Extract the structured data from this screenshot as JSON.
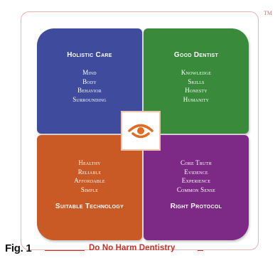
{
  "trademark": "TM",
  "colors": {
    "frame": "#e8b4b0",
    "quadrant_top_left": "#3f4c9e",
    "quadrant_top_right": "#3a8a3c",
    "quadrant_bottom_left": "#c95a26",
    "quadrant_bottom_right": "#7d2a86",
    "center_icon": "#e06b23",
    "caption": "#c8302a"
  },
  "quadrants": {
    "top_left": {
      "title": "Holistic Care",
      "items": [
        "Mind",
        "Body",
        "Behavior",
        "Surrounding"
      ]
    },
    "top_right": {
      "title": "Good Dentist",
      "items": [
        "Knowledge",
        "Skills",
        "Honesty",
        "Humanity"
      ]
    },
    "bottom_left": {
      "title": "Suitable Technology",
      "items": [
        "Healthy",
        "Reliable",
        "Affordable",
        "Simple"
      ]
    },
    "bottom_right": {
      "title": "Right Protocol",
      "items": [
        "Core Truth",
        "Evidence",
        "Experience",
        "Common Sense"
      ]
    }
  },
  "center_icon": "eye-icon",
  "figure_label": "Fig. 1",
  "caption": "Do No Harm Dentistry"
}
